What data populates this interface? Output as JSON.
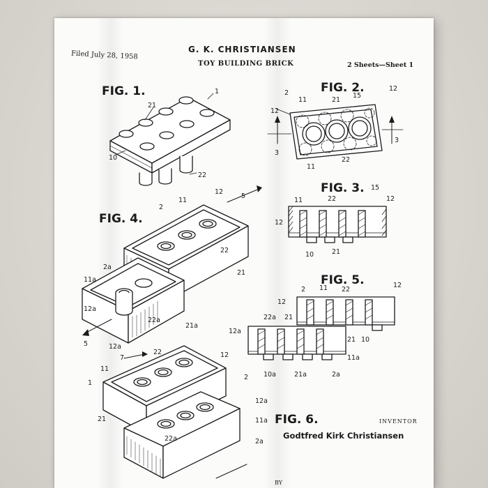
{
  "patent": {
    "inventor_header": "G. K. CHRISTIANSEN",
    "filed": "Filed July 28, 1958",
    "title": "TOY BUILDING BRICK",
    "sheets": "2 Sheets—Sheet 1",
    "inventor_label": "INVENTOR",
    "inventor_name": "Godtfred Kirk Christiansen",
    "by_label": "BY"
  },
  "figures": {
    "fig1": "FIG. 1.",
    "fig2": "FIG. 2.",
    "fig3": "FIG. 3.",
    "fig4": "FIG. 4.",
    "fig5": "FIG. 5.",
    "fig6": "FIG. 6."
  },
  "colors": {
    "wall": "#d9d6d1",
    "fabric": "#fbfbfa",
    "ink": "#1a1a1a"
  }
}
